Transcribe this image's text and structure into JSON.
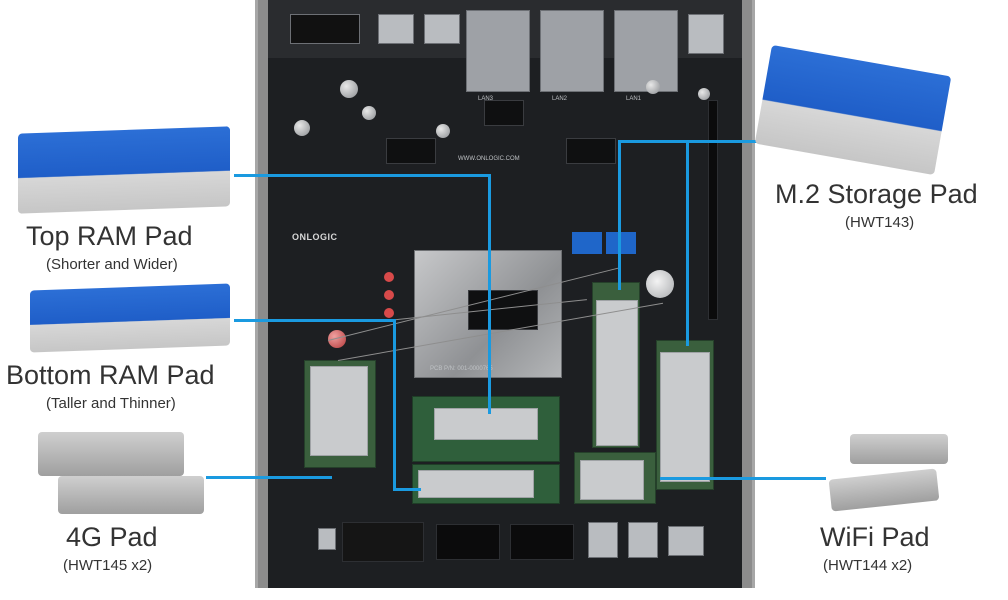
{
  "labels": {
    "top_ram": {
      "title": "Top RAM Pad",
      "subtitle": "(Shorter and Wider)"
    },
    "bottom_ram": {
      "title": "Bottom RAM Pad",
      "subtitle": "(Taller and Thinner)"
    },
    "four_g": {
      "title": "4G Pad",
      "subtitle": "(HWT145 x2)"
    },
    "m2_storage": {
      "title": "M.2 Storage Pad",
      "subtitle": "(HWT143)"
    },
    "wifi": {
      "title": "WiFi Pad",
      "subtitle": "(HWT144 x2)"
    }
  },
  "board": {
    "brand": "ONLOGIC",
    "url": "WWW.ONLOGIC.COM",
    "pcb_label": "PCB P/N: 001-0000765",
    "lan_labels": [
      "LAN3",
      "LAN2",
      "LAN1"
    ]
  },
  "colors": {
    "leader_line": "#1a9ae0",
    "pad_blue": "#1f5ec8",
    "pad_gray": "#c6c6c6",
    "label_text": "#333333"
  }
}
